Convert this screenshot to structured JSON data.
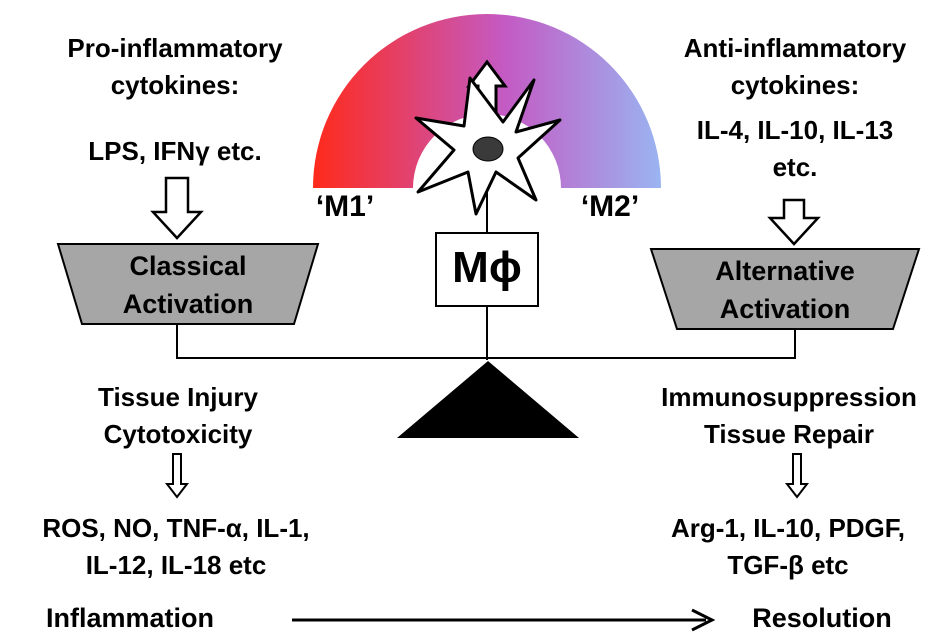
{
  "left": {
    "heading_line1": "Pro-inflammatory",
    "heading_line2": "cytokines:",
    "stimuli": "LPS, IFNγ etc.",
    "activation_line1": "Classical",
    "activation_line2": "Activation",
    "effect_line1": "Tissue Injury",
    "effect_line2": "Cytotoxicity",
    "products_line1": "ROS, NO, TNF-α, IL-1,",
    "products_line2": "IL-12, IL-18 etc"
  },
  "right": {
    "heading_line1": "Anti-inflammatory",
    "heading_line2": "cytokines:",
    "stimuli_line1": "IL-4, IL-10, IL-13",
    "stimuli_line2": "etc.",
    "activation_line1": "Alternative",
    "activation_line2": "Activation",
    "effect_line1": "Immunosuppression",
    "effect_line2": "Tissue Repair",
    "products_line1": "Arg-1, IL-10, PDGF,",
    "products_line2": "TGF-β etc"
  },
  "center": {
    "m1_label": "‘M1’",
    "m2_label": "‘M2’",
    "macrophage_label": "Mϕ"
  },
  "axis": {
    "start_label": "Inflammation",
    "end_label": "Resolution"
  },
  "colors": {
    "m1": "#ff2a1a",
    "m2": "#9ab4f2",
    "box_fill": "#a6a6a6",
    "fulcrum": "#000000"
  }
}
